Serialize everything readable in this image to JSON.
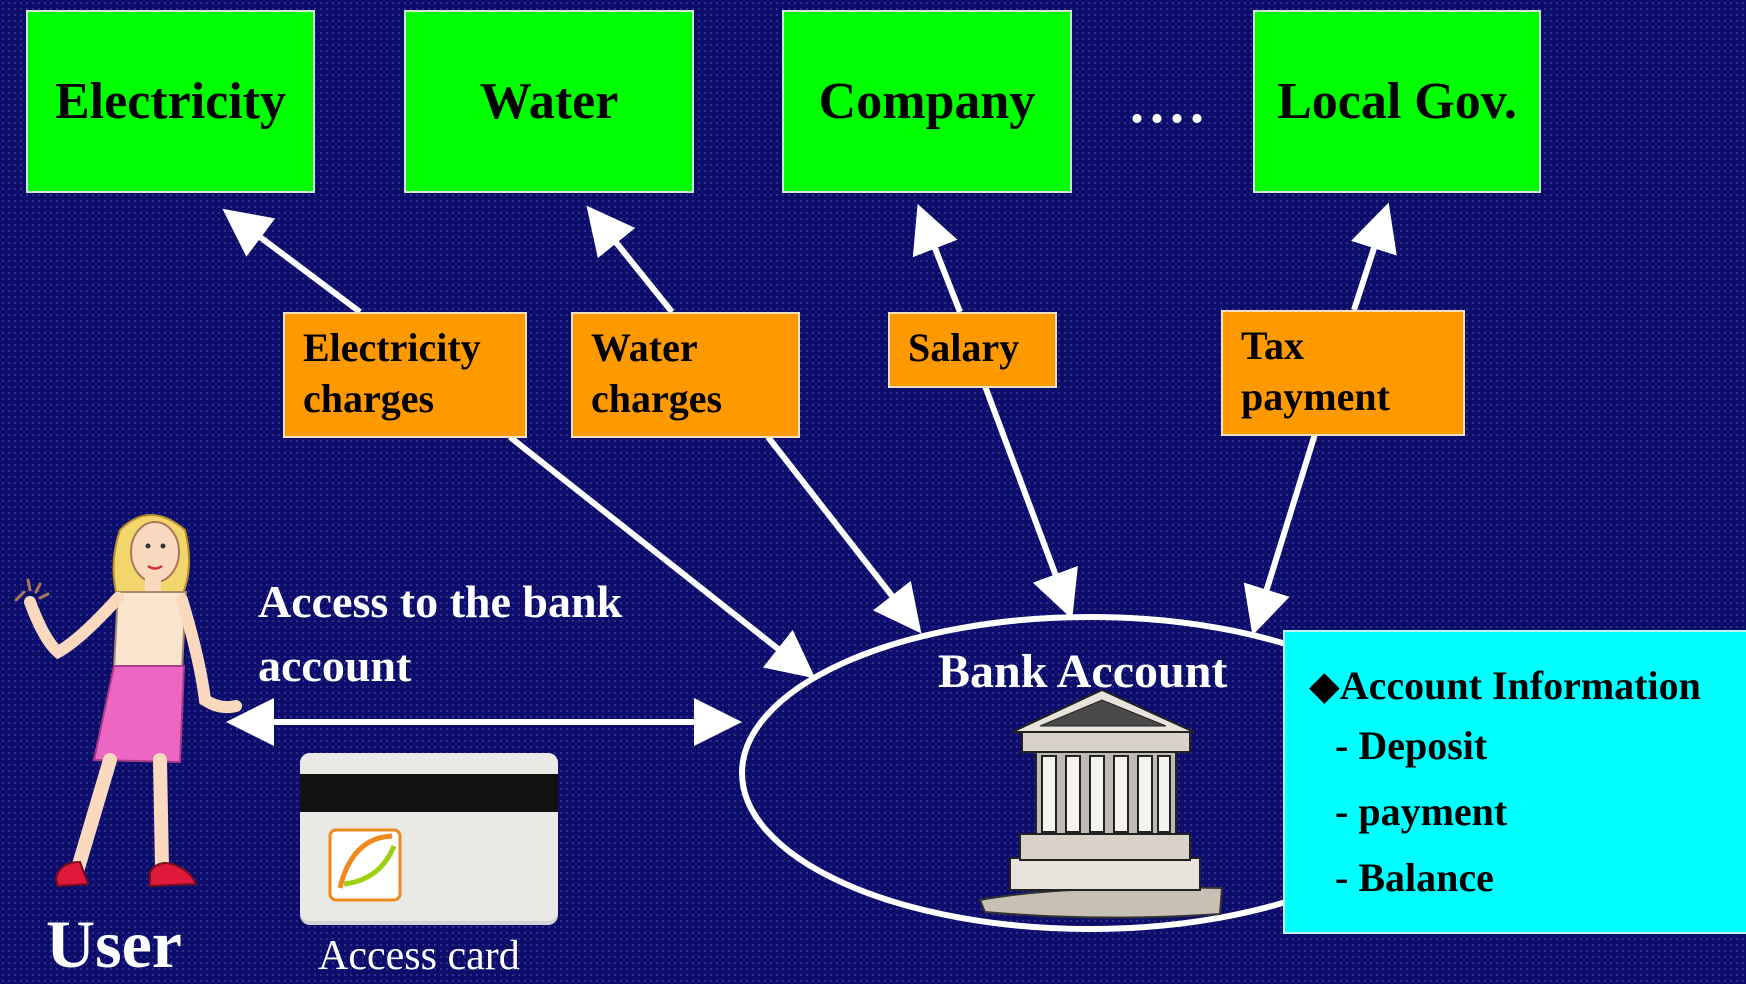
{
  "targets": [
    {
      "label": "Electricity"
    },
    {
      "label": "Water"
    },
    {
      "label": "Company"
    },
    {
      "label": "Local Gov."
    }
  ],
  "ellipsis": "....",
  "payments": [
    {
      "label": "Electricity\ncharges"
    },
    {
      "label": "Water\ncharges"
    },
    {
      "label": "Salary"
    },
    {
      "label": "Tax\npayment"
    }
  ],
  "access_label": "Access to the bank\naccount",
  "bank_label": "Bank Account",
  "user_label": "User",
  "card_label": "Access card",
  "account_info": {
    "title": "◆Account Information",
    "items": [
      "- Deposit",
      "- payment",
      "- Balance"
    ]
  },
  "colors": {
    "background": "#0d0d6b",
    "target_box": "#00ff00",
    "payment_box": "#ff9900",
    "info_box": "#00ffff",
    "arrows": "#ffffff"
  }
}
